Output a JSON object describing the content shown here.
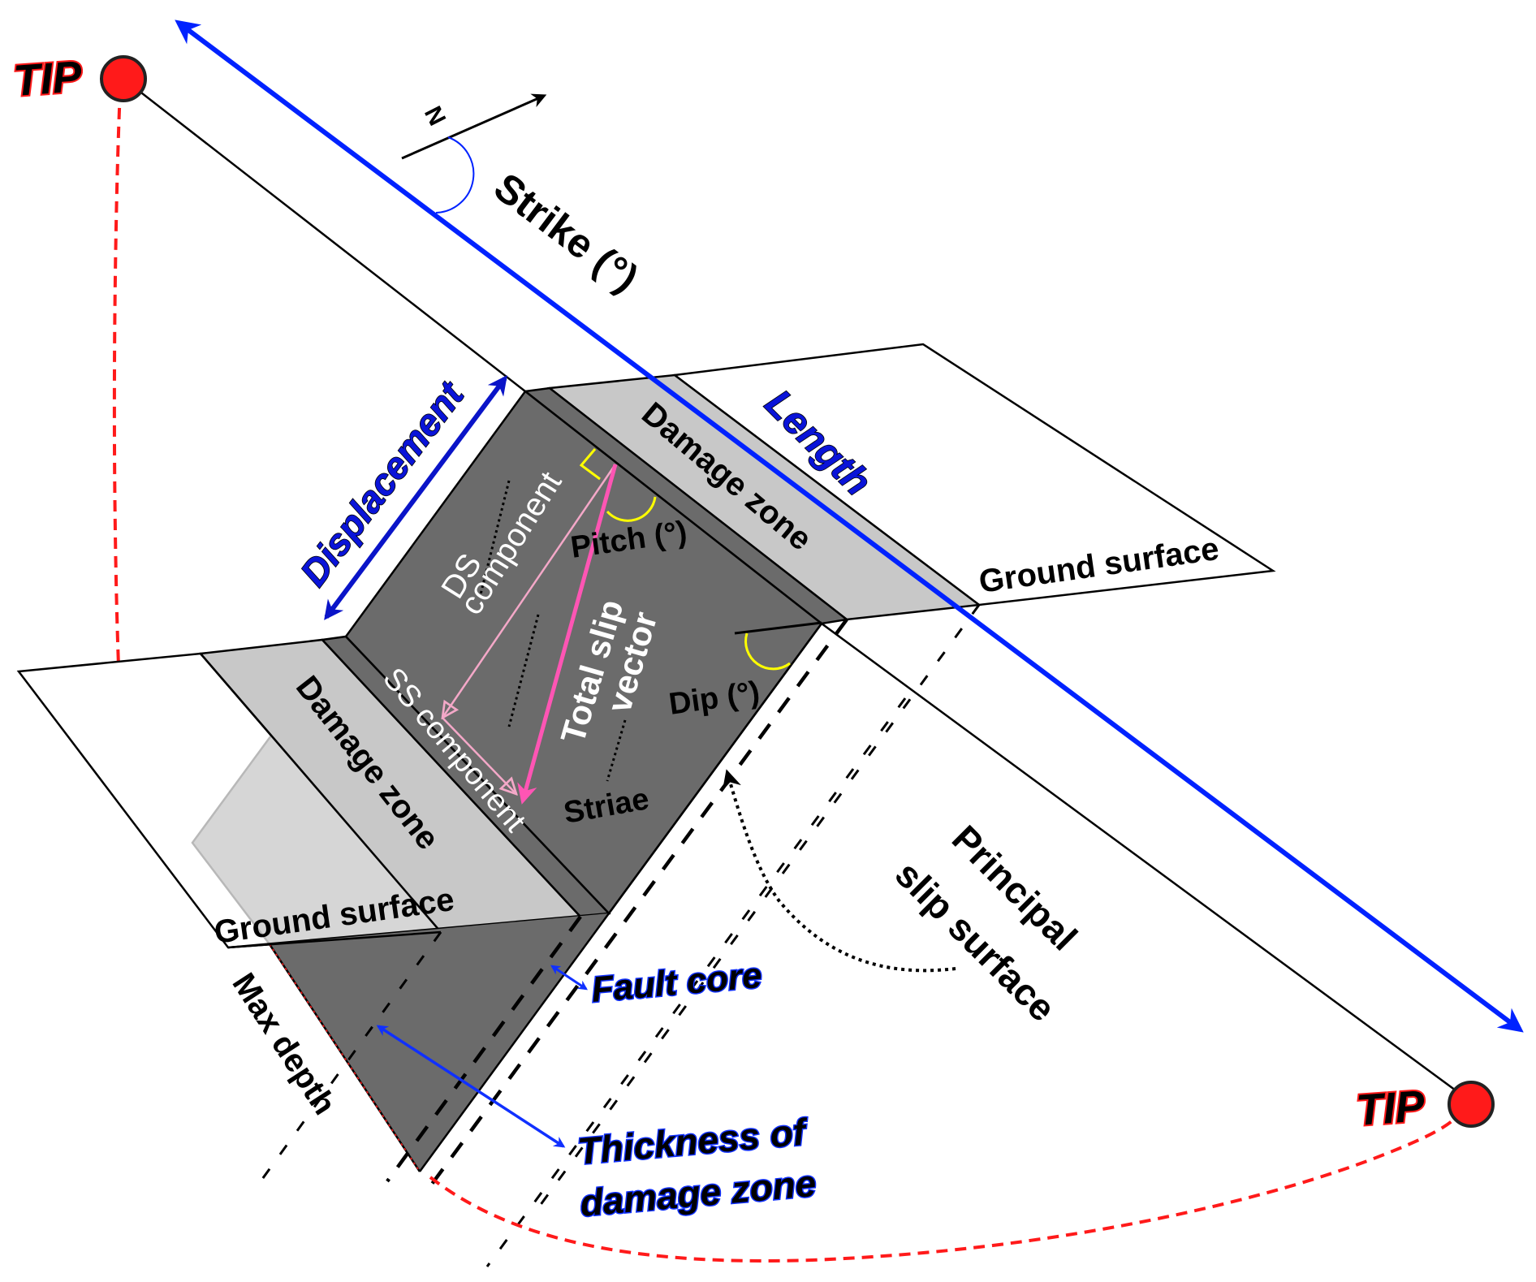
{
  "figure": {
    "title": "Fault geometry and parameters diagram",
    "colors": {
      "strike_line": "#0022ff",
      "label_blue": "#0a14d8",
      "fault_plane": "#6b6b6b",
      "damage_zone": "#c8c8c8",
      "tip_marker": "#ff1a1a",
      "total_slip_vector": "#ff55b4",
      "component_vectors": "#f4a8c8",
      "angle_arcs": "#ffff00"
    }
  },
  "labels": {
    "tip_left": "TIP",
    "tip_right": "TIP",
    "north": "N",
    "strike": "Strike (°)",
    "length": "Length",
    "displacement": "Displacement",
    "damage_zone_right": "Damage zone",
    "damage_zone_left": "Damage zone",
    "ground_surface_right": "Ground surface",
    "ground_surface_left": "Ground surface",
    "pitch": "Pitch (°)",
    "dip": "Dip (°)",
    "ds_line1": "DS",
    "ds_line2": "component",
    "ss_component": "SS component",
    "total_slip_line1": "Total slip",
    "total_slip_line2": "vector",
    "striae": "Striae",
    "principal_line1": "Principal",
    "principal_line2": "slip surface",
    "fault_core": "Fault core",
    "thickness_line1": "Thickness of",
    "thickness_line2": "damage zone",
    "max_depth": "Max depth"
  }
}
